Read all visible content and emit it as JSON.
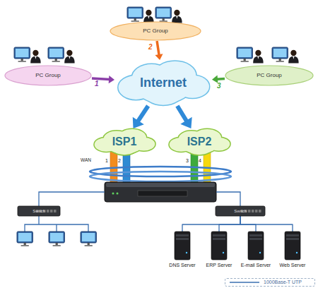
{
  "diagram": {
    "nodes": [
      {
        "text": [
          "PC Group"
        ]
      },
      {
        "text": [
          "PC Group"
        ]
      },
      {
        "text": [
          "PC Group"
        ]
      },
      {
        "text": [
          "Internet"
        ]
      },
      {
        "text": [
          "ISP1"
        ]
      },
      {
        "text": [
          "ISP2"
        ]
      },
      {
        "text": [
          "Switch"
        ]
      },
      {
        "text": [
          "Switch"
        ]
      },
      {
        "text": [
          "DNS Server"
        ]
      },
      {
        "text": [
          "ERP Server"
        ]
      },
      {
        "text": [
          "E-mail Server"
        ]
      },
      {
        "text": [
          "Web Server"
        ]
      }
    ],
    "edges": [
      {
        "from": 1,
        "to": 3,
        "arrow": "to",
        "label": "1"
      },
      {
        "from": 0,
        "to": 3,
        "arrow": "to",
        "label": "2"
      },
      {
        "from": 2,
        "to": 3,
        "arrow": "to",
        "label": "3"
      },
      {
        "from": 3,
        "to": 4,
        "arrow": "to"
      },
      {
        "from": 3,
        "to": 5,
        "arrow": "to"
      },
      {
        "from": 7,
        "to": 8,
        "arrow": "none"
      },
      {
        "from": 7,
        "to": 9,
        "arrow": "none"
      },
      {
        "from": 7,
        "to": 10,
        "arrow": "none"
      },
      {
        "from": 7,
        "to": 11,
        "arrow": "none"
      }
    ],
    "labels": [
      "WAN",
      "1",
      "2",
      "3",
      "4"
    ],
    "legend": [
      {
        "text": "1000Base-T UTP"
      }
    ]
  }
}
